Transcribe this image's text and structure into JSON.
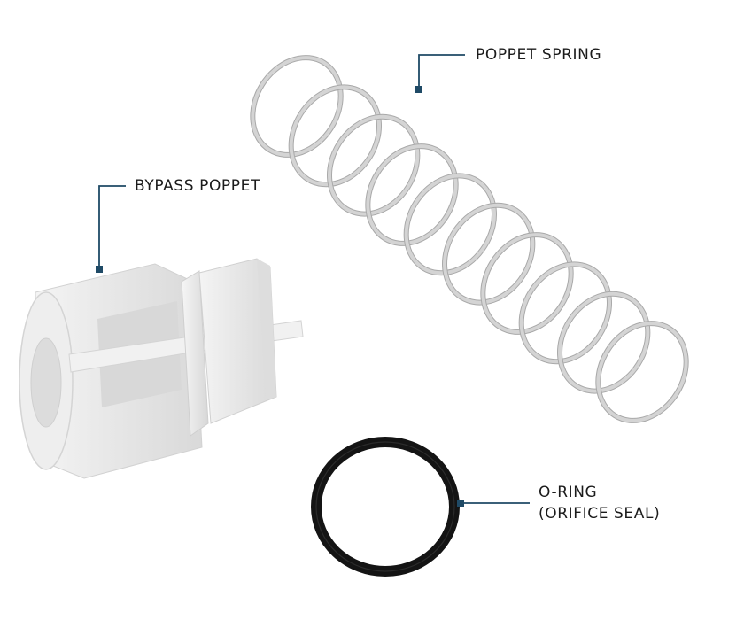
{
  "labels": {
    "poppet_spring": "POPPET SPRING",
    "bypass_poppet": "BYPASS POPPET",
    "o_ring_line1": "O-RING",
    "o_ring_line2": "(ORIFICE SEAL)"
  },
  "colors": {
    "background": "#ffffff",
    "leader_line": "#1f4a66",
    "label_text": "#1b1b1b",
    "spring_wire": "#c9c9c9",
    "poppet_body": "#ececec",
    "o_ring": "#141414"
  },
  "icons": {
    "spring": "coil-spring-illustration",
    "poppet": "bypass-poppet-illustration",
    "ring": "o-ring-illustration"
  }
}
